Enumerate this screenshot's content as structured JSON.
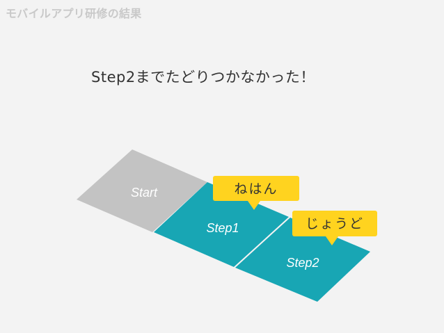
{
  "header": {
    "title": "モバイルアプリ研修の結果"
  },
  "headline": {
    "text": "Step2までたどりつかなかった！"
  },
  "board": {
    "cells": [
      {
        "label": "Start",
        "color": "#c3c3c3"
      },
      {
        "label": "Step1",
        "color": "#18a6b4"
      },
      {
        "label": "Step2",
        "color": "#18a6b4"
      }
    ]
  },
  "callouts": [
    {
      "text": "ねはん",
      "color": "#ffd31f"
    },
    {
      "text": "じょうど",
      "color": "#ffd31f"
    }
  ]
}
